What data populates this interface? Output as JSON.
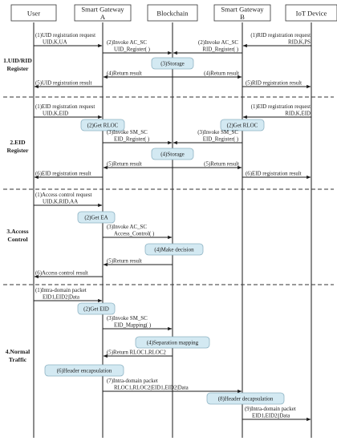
{
  "participants": [
    {
      "id": "user",
      "label": [
        "User"
      ]
    },
    {
      "id": "gwa",
      "label": [
        "Smart Gateway",
        "A"
      ]
    },
    {
      "id": "bc",
      "label": [
        "Blockchain"
      ]
    },
    {
      "id": "gwb",
      "label": [
        "Smart Gateway",
        "B"
      ]
    },
    {
      "id": "iot",
      "label": [
        "IoT Device"
      ]
    }
  ],
  "sections": [
    {
      "label": [
        "1.UID/RID",
        "Register"
      ]
    },
    {
      "label": [
        "2.EID",
        "Register"
      ]
    },
    {
      "label": [
        "3.Access",
        "Control"
      ]
    },
    {
      "label": [
        "4.Normal",
        "Traffic"
      ]
    }
  ],
  "messages": [
    {
      "from": "user",
      "to": "gwa",
      "label": [
        "(1)UID registration request",
        "UID,K,UA"
      ]
    },
    {
      "from": "gwa",
      "to": "bc",
      "label": [
        "(2)Invoke AC_SC",
        "UID_Register( )"
      ]
    },
    {
      "from": "iot",
      "to": "gwb",
      "label": [
        "(1)RID registration request",
        "RID,K,PS"
      ]
    },
    {
      "from": "gwb",
      "to": "bc",
      "label": [
        "(2)Invoke AC_SC",
        "RID_Register( )"
      ]
    },
    {
      "from": "bc",
      "to": "gwa",
      "label": [
        "(4)Return result"
      ]
    },
    {
      "from": "bc",
      "to": "gwb",
      "label": [
        "(4)Return result"
      ]
    },
    {
      "from": "gwa",
      "to": "user",
      "label": [
        "(5)UID registration result"
      ]
    },
    {
      "from": "gwb",
      "to": "iot",
      "label": [
        "(5)RID registration result"
      ]
    },
    {
      "from": "user",
      "to": "gwa",
      "label": [
        "(1)EID registration request",
        "UID,K,EID"
      ]
    },
    {
      "from": "iot",
      "to": "gwb",
      "label": [
        "(1)EID registration request",
        "RID,K,EID"
      ]
    },
    {
      "from": "gwa",
      "to": "bc",
      "label": [
        "(3)Invoke SM_SC",
        "EID_Register( )"
      ]
    },
    {
      "from": "gwb",
      "to": "bc",
      "label": [
        "(3)Invoke SM_SC",
        "EID_Register( )"
      ]
    },
    {
      "from": "bc",
      "to": "gwa",
      "label": [
        "(5)Return result"
      ]
    },
    {
      "from": "bc",
      "to": "gwb",
      "label": [
        "(5)Return result"
      ]
    },
    {
      "from": "gwa",
      "to": "user",
      "label": [
        "(6)EID registration result"
      ]
    },
    {
      "from": "gwb",
      "to": "iot",
      "label": [
        "(6)EID registration result"
      ]
    },
    {
      "from": "user",
      "to": "gwa",
      "label": [
        "(1)Access control request",
        "UID,K,RID,AA"
      ]
    },
    {
      "from": "gwa",
      "to": "bc",
      "label": [
        "(3)Invoke AC_SC",
        "Access_Control( )"
      ]
    },
    {
      "from": "bc",
      "to": "gwa",
      "label": [
        "(5)Return result"
      ]
    },
    {
      "from": "gwa",
      "to": "user",
      "label": [
        "(6)Access control result"
      ]
    },
    {
      "from": "user",
      "to": "gwa",
      "label": [
        "(1)Intra-domain packet",
        "EID1,EID2|Data"
      ]
    },
    {
      "from": "gwa",
      "to": "bc",
      "label": [
        "(3)Invoke SM_SC",
        "EID_Mapping( )"
      ]
    },
    {
      "from": "bc",
      "to": "gwa",
      "label": [
        "(5)Return RLOC1,RLOC2"
      ]
    },
    {
      "from": "gwa",
      "to": "gwb",
      "label": [
        "(7)Intra-domain packet",
        "RLOC1,RLOC2|EID1,EID2|Data"
      ]
    },
    {
      "from": "gwb",
      "to": "iot",
      "label": [
        "(9)Intra-domain packet",
        "EID1,EID2||Data"
      ]
    }
  ],
  "steps": [
    {
      "label": "(3)Storage"
    },
    {
      "label": "(2)Get RLOC"
    },
    {
      "label": "(2)Get RLOC"
    },
    {
      "label": "(4)Storage"
    },
    {
      "label": "(2)Get EA"
    },
    {
      "label": "(4)Make decision"
    },
    {
      "label": "(2)Get EID"
    },
    {
      "label": "(4)Separation mapping"
    },
    {
      "label": "(6)Header encapsulation"
    },
    {
      "label": "(8)Header decapsulation"
    }
  ],
  "colors": {
    "line": "#1a1a1a",
    "divider": "#333333",
    "step_fill": "#d3e9f2",
    "step_stroke": "#8fb4c4",
    "participant_stroke": "#333333"
  }
}
